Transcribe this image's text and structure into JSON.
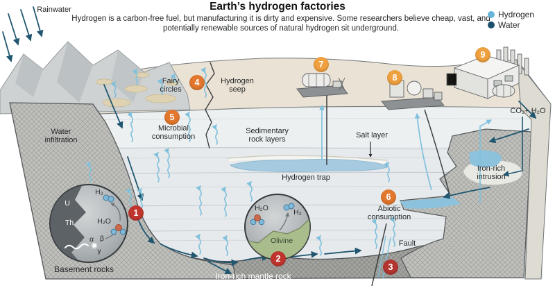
{
  "header": {
    "title": "Earth’s hydrogen factories",
    "subtitle": "Hydrogen is a carbon-free fuel, but manufacturing it is dirty and expensive. Some researchers believe cheap, vast, and potentially renewable sources of natural hydrogen sit underground."
  },
  "legend": [
    {
      "label": "Hydrogen",
      "color": "#64b5d9"
    },
    {
      "label": "Water",
      "color": "#1b4f6b"
    }
  ],
  "labels": {
    "rainwater": "Rainwater",
    "water_infiltration": "Water infiltration",
    "fairy_circles": "Fairy circles",
    "hydrogen_seep": "Hydrogen seep",
    "microbial_consumption": "Microbial consumption",
    "sedimentary_rock_layers": "Sedimentary rock layers",
    "salt_layer": "Salt layer",
    "hydrogen_trap": "Hydrogen trap",
    "iron_rich_intrusion": "Iron-rich intrusion",
    "abiotic_consumption": "Abiotic consumption",
    "fault": "Fault",
    "basement_rocks": "Basement rocks",
    "iron_rich_mantle_rock": "Iron-rich mantle rock",
    "co2_h2o": "CO₂+ H₂O"
  },
  "insets": {
    "radiolysis": {
      "uranium": "U",
      "thorium": "Th",
      "hydrogen": "H₂",
      "water": "H₂O",
      "alpha": "α",
      "beta": "β",
      "gamma": "γ"
    },
    "serpentinization": {
      "water": "H₂O",
      "hydrogen": "H₂",
      "olivine": "Olivine"
    }
  },
  "badges": [
    {
      "number": "1",
      "color": "#c0362e"
    },
    {
      "number": "2",
      "color": "#c0362e"
    },
    {
      "number": "3",
      "color": "#b23530"
    },
    {
      "number": "4",
      "color": "#e2772d"
    },
    {
      "number": "5",
      "color": "#e2772d"
    },
    {
      "number": "6",
      "color": "#e2772d"
    },
    {
      "number": "7",
      "color": "#efa03f"
    },
    {
      "number": "8",
      "color": "#efa03f"
    },
    {
      "number": "9",
      "color": "#efa03f"
    }
  ],
  "colors": {
    "hydrogen_arrow": "#7fc0dc",
    "water_arrow": "#20566f",
    "surface": "#eae2d4",
    "front_face": "#e6eaec",
    "hydrogen_trap": "#a6cbe0"
  }
}
